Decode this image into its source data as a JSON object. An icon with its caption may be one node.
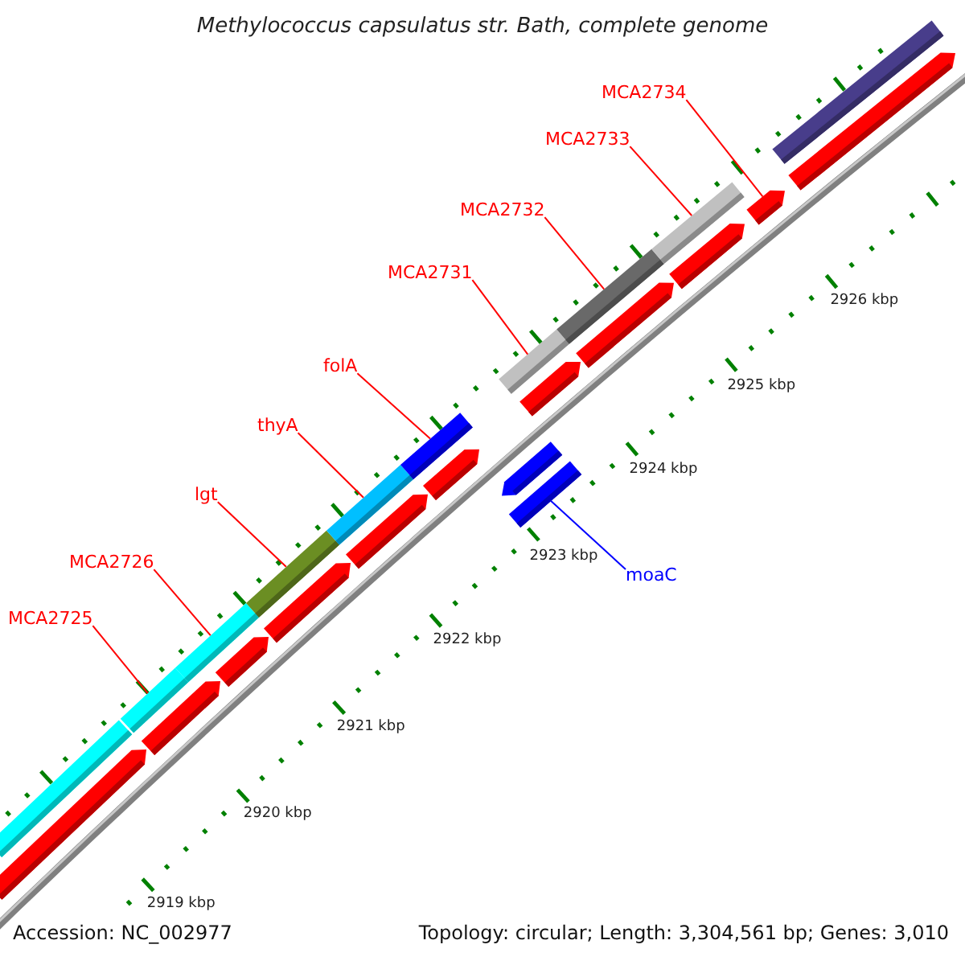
{
  "diagram": {
    "title": "Methylococcus capsulatus str. Bath, complete genome",
    "nodes": [
      {
        "text": [
          "MCA2734"
        ]
      },
      {
        "text": [
          "MCA2733"
        ]
      },
      {
        "text": [
          "MCA2732"
        ]
      },
      {
        "text": [
          "MCA2731"
        ]
      },
      {
        "text": [
          "folA"
        ]
      },
      {
        "text": [
          "thyA"
        ]
      },
      {
        "text": [
          "lgt"
        ]
      },
      {
        "text": [
          "moaC"
        ]
      },
      {
        "text": [
          "MCA2726"
        ]
      },
      {
        "text": [
          "MCA2725"
        ]
      },
      {
        "text": [],
        "shape": "bar"
      },
      {
        "text": [],
        "shape": "bar"
      },
      {
        "text": [],
        "shape": "bar"
      },
      {
        "text": [],
        "shape": "bar"
      },
      {
        "text": [],
        "shape": "bar"
      },
      {
        "text": [],
        "shape": "bar"
      },
      {
        "text": [],
        "shape": "bar"
      },
      {
        "text": [],
        "shape": "bar"
      },
      {
        "text": [],
        "shape": "bar"
      },
      {
        "text": [],
        "shape": "bar"
      },
      {
        "text": [],
        "shape": "pentagon"
      },
      {
        "text": [],
        "shape": "pentagon"
      },
      {
        "text": [],
        "shape": "pentagon"
      },
      {
        "text": [],
        "shape": "pentagon"
      },
      {
        "text": [],
        "shape": "pentagon"
      },
      {
        "text": [],
        "shape": "pentagon"
      },
      {
        "text": [],
        "shape": "pentagon"
      },
      {
        "text": [],
        "shape": "pentagon"
      },
      {
        "text": [],
        "shape": "pentagon"
      },
      {
        "text": [],
        "shape": "pentagon"
      },
      {
        "text": [],
        "shape": "pentagon"
      },
      {
        "text": [],
        "shape": "pentagon"
      },
      {
        "text": [],
        "shape": "bar"
      }
    ],
    "edges": [
      {
        "from": 0,
        "to": 29,
        "arrow": "none"
      },
      {
        "from": 1,
        "to": 18,
        "arrow": "none"
      },
      {
        "from": 2,
        "to": 17,
        "arrow": "none"
      },
      {
        "from": 3,
        "to": 16,
        "arrow": "none"
      },
      {
        "from": 4,
        "to": 15,
        "arrow": "none"
      },
      {
        "from": 5,
        "to": 14,
        "arrow": "none"
      },
      {
        "from": 6,
        "to": 13,
        "arrow": "none"
      },
      {
        "from": 7,
        "to": 32,
        "arrow": "none",
        "color": "#0000ff"
      },
      {
        "from": 8,
        "to": 12,
        "arrow": "none"
      },
      {
        "from": 9,
        "to": 11,
        "arrow": "none"
      }
    ],
    "labels": [
      "2926 kbp",
      "2925 kbp",
      "2924 kbp",
      "2923 kbp",
      "2922 kbp",
      "2921 kbp",
      "2920 kbp",
      "2919 kbp",
      "Accession: NC_002977",
      "Topology: circular; Length: 3,304,561 bp; Genes: 3,010"
    ]
  }
}
